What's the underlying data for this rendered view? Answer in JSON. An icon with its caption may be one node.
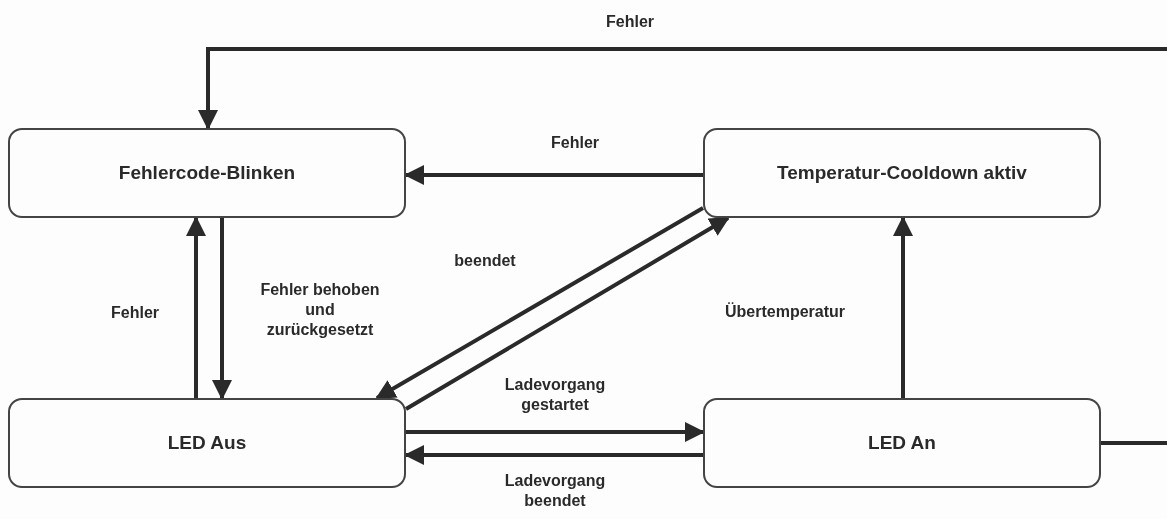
{
  "diagram": {
    "nodes": [
      {
        "text": [
          "Fehlercode-Blinken"
        ]
      },
      {
        "text": [
          "Temperatur-Cooldown aktiv"
        ]
      },
      {
        "text": [
          "LED Aus"
        ]
      },
      {
        "text": [
          "LED An"
        ]
      }
    ],
    "edges": [
      {
        "from": 3,
        "to": 0,
        "arrow": "to",
        "label": "Fehler"
      },
      {
        "from": 1,
        "to": 0,
        "arrow": "to",
        "label": "Fehler"
      },
      {
        "from": 2,
        "to": 0,
        "arrow": "to",
        "label": "Fehler"
      },
      {
        "from": 0,
        "to": 2,
        "arrow": "to",
        "label": "Fehler behoben und zurückgesetzt"
      },
      {
        "from": 1,
        "to": 2,
        "arrow": "to",
        "label": "beendet"
      },
      {
        "from": 2,
        "to": 1,
        "arrow": "to"
      },
      {
        "from": 2,
        "to": 3,
        "arrow": "to",
        "label": "Ladevorgang gestartet"
      },
      {
        "from": 3,
        "to": 2,
        "arrow": "to",
        "label": "Ladevorgang beendet"
      },
      {
        "from": 3,
        "to": 1,
        "arrow": "to",
        "label": "Übertemperatur"
      }
    ]
  }
}
